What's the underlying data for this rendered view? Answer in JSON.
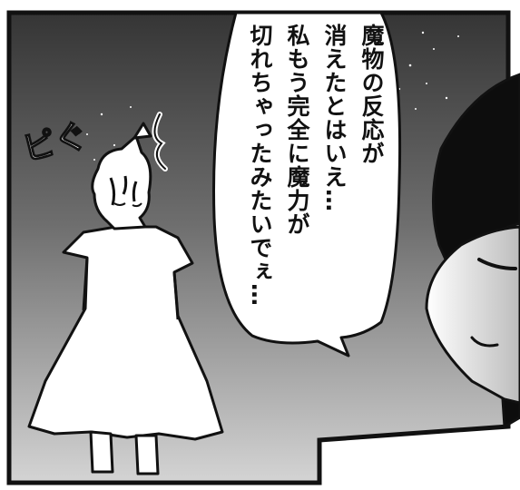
{
  "speech_bubble": {
    "lines": [
      "魔物の反応が",
      "消えたとはいえ…",
      "私もう完全に魔力が",
      "切れちゃったみたいでぇ…"
    ]
  },
  "sound_effects": {
    "left": "ピぐ",
    "right": "ζ"
  },
  "colors": {
    "ink": "#111111",
    "paper": "#ffffff",
    "background_dark": "#3a3a3a",
    "background_light": "#d0d0d0"
  }
}
